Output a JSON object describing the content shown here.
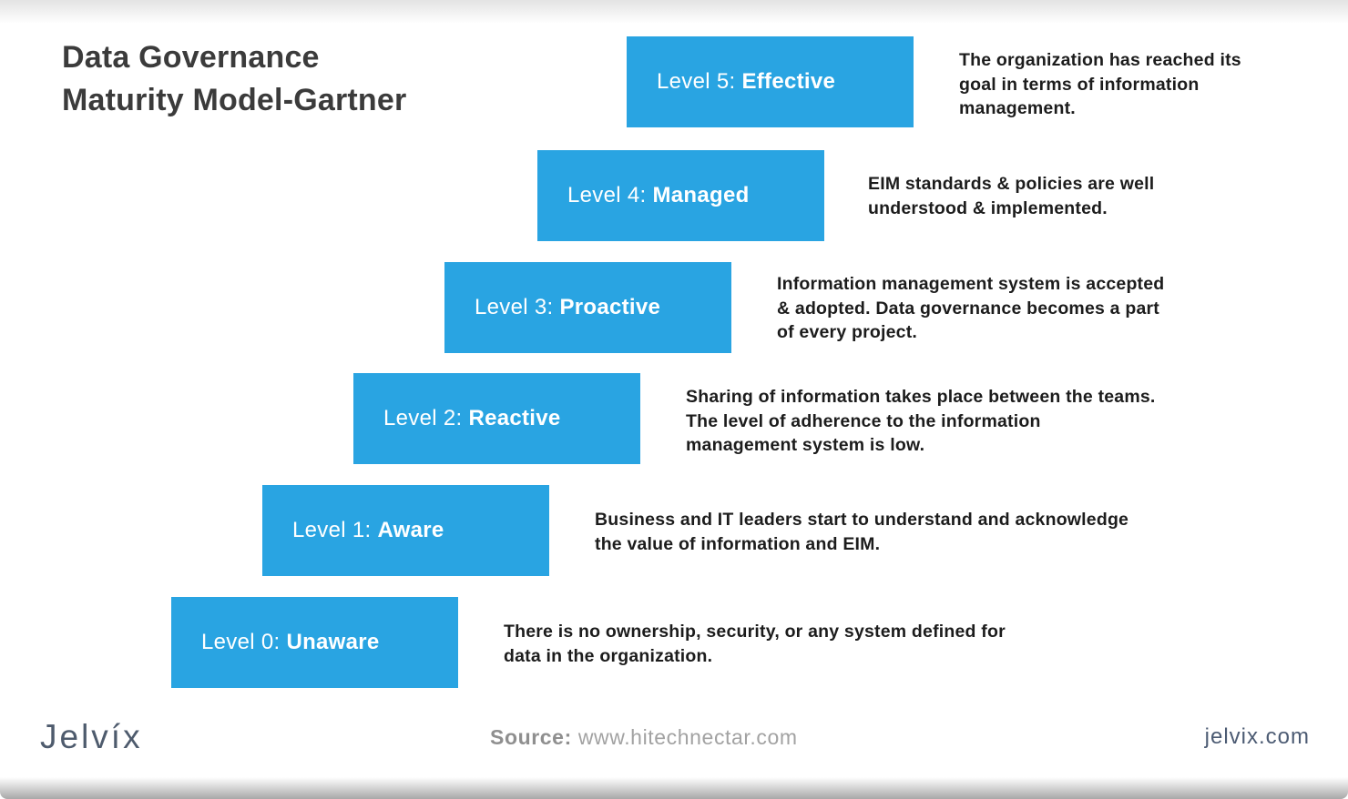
{
  "title": {
    "line1": "Data Governance",
    "line2": "Maturity Model-Gartner"
  },
  "colors": {
    "accent_blue": "#29a4e2",
    "title_text": "#3b3b3b",
    "body_text": "#1c1c1c",
    "brand_slate": "#4e5b6d",
    "source_gray": "#9d9d9d"
  },
  "levels": [
    {
      "prefix": "Level 5: ",
      "name": "Effective",
      "description": "The organization has reached its\ngoal in terms of information\nmanagement."
    },
    {
      "prefix": "Level 4: ",
      "name": "Managed",
      "description": "EIM standards & policies are well\nunderstood & implemented."
    },
    {
      "prefix": "Level 3: ",
      "name": "Proactive",
      "description": "Information management system is accepted\n& adopted. Data governance becomes a part\nof every project."
    },
    {
      "prefix": "Level 2: ",
      "name": "Reactive",
      "description": "Sharing of information takes place between the teams.\nThe level of adherence to the information\nmanagement system is low."
    },
    {
      "prefix": "Level 1: ",
      "name": "Aware",
      "description": "Business and IT leaders start to understand and acknowledge\nthe value of information and EIM."
    },
    {
      "prefix": "Level 0: ",
      "name": "Unaware",
      "description": "There is no ownership, security, or any system defined for\ndata in the organization."
    }
  ],
  "footer": {
    "brand": "Jelvíx",
    "source_label": "Source:",
    "source_url": " www.hitechnectar.com",
    "website": "jelvix.com"
  }
}
